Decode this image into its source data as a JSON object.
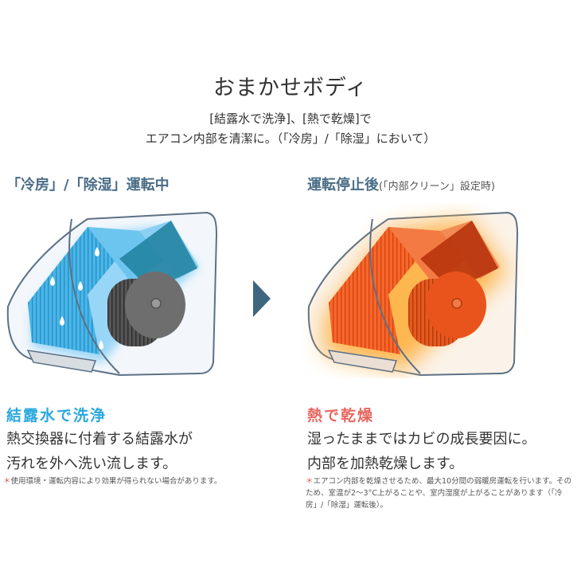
{
  "header": {
    "title": "おまかせボディ",
    "subtitle_line1": "[結露水で洗浄]、[熱で乾燥]で",
    "subtitle_line2": "エアコン内部を清潔に。（「冷房」/「除湿」において）"
  },
  "left": {
    "mode_label": "「冷房」/「除湿」運転中",
    "feature_title": "結露水で洗浄",
    "desc_line1": "熱交換器に付着する結露水が",
    "desc_line2": "汚れを外へ洗い流します。",
    "footnote_mark": "＊",
    "footnote_text": "使用環境・運転内容により効果が得られない場合があります。",
    "accent_color": "#2aa8dc"
  },
  "right": {
    "mode_label": "運転停止後",
    "mode_note": "(「内部クリーン」設定時)",
    "feature_title": "熱で乾燥",
    "desc_line1": "湿ったままではカビの成長要因に。",
    "desc_line2": "内部を加熱乾燥します。",
    "footnote_mark": "＊",
    "footnote_text": "エアコン内部を乾燥させるため、最大10分間の弱暖房運転を行います。そのため、室温が2～3°C上がることや、室内湿度が上がることがあります（「冷房」/「除湿」運転後）。",
    "accent_color": "#e8665f"
  },
  "icons": {
    "arrow": "chevron-right-icon",
    "drop": "water-drop-icon"
  },
  "colors": {
    "mode_label": "#4a6d87",
    "arrow": "#3e6680",
    "cool_fin": "#3aa7e0",
    "hot_fin": "#f0541e"
  }
}
